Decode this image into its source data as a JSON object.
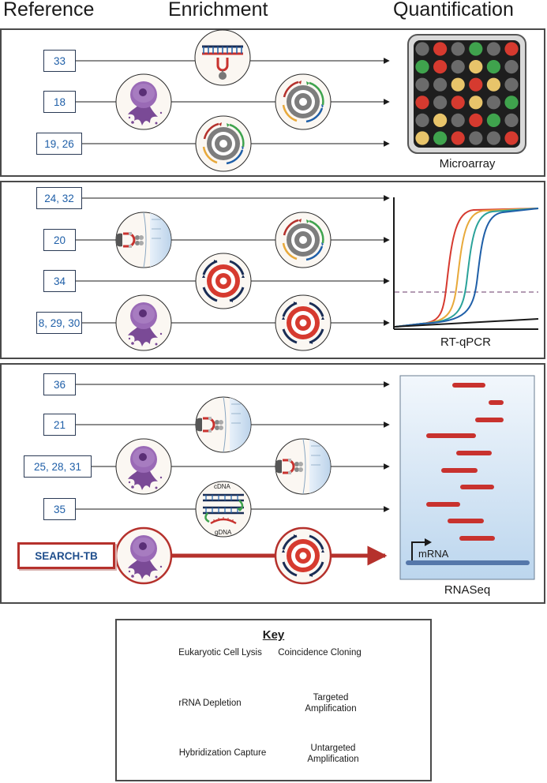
{
  "headers": {
    "reference": "Reference",
    "enrichment": "Enrichment",
    "quantification": "Quantification"
  },
  "panels": [
    {
      "id": "microarray",
      "caption": "Microarray",
      "refs": [
        "33",
        "18",
        "19, 26"
      ]
    },
    {
      "id": "rtqpcr",
      "caption": "RT-qPCR",
      "refs": [
        "24, 32",
        "20",
        "34",
        "8, 29, 30"
      ]
    },
    {
      "id": "rnaseq",
      "caption": "RNASeq",
      "refs": [
        "36",
        "21",
        "25, 28, 31",
        "35"
      ],
      "highlight": "SEARCH-TB",
      "mrna_label": "mRNA"
    }
  ],
  "icon_labels": {
    "cdna": "cDNA",
    "gdna": "gDNA"
  },
  "key": {
    "title": "Key",
    "items": [
      {
        "icon": "cell-lysis-icon",
        "label": "Eukaryotic Cell Lysis"
      },
      {
        "icon": "coincidence-cloning-icon",
        "label": "Coincidence Cloning"
      },
      {
        "icon": "rrna-depletion-icon",
        "label": "rRNA Depletion"
      },
      {
        "icon": "targeted-amplification-icon",
        "label": "Targeted Amplification"
      },
      {
        "icon": "hybridization-capture-icon",
        "label": "Hybridization Capture"
      },
      {
        "icon": "untargeted-amplification-icon",
        "label": "Untargeted Amplification"
      }
    ]
  },
  "colors": {
    "border": "#4a4a4a",
    "ref_text": "#1f5fa8",
    "highlight_red": "#b5312c",
    "amp_red": "#d63a2f",
    "navy": "#1a2d55",
    "cell_purple": "#8a5aa6",
    "microarray": [
      "#d63a2f",
      "#3fa34d",
      "#e8c46a",
      "#6b6b6b"
    ]
  },
  "microarray_grid": [
    [
      "gray",
      "red",
      "gray",
      "green",
      "gray",
      "red"
    ],
    [
      "green",
      "red",
      "gray",
      "yellow",
      "green",
      "gray"
    ],
    [
      "gray",
      "gray",
      "yellow",
      "red",
      "yellow",
      "gray"
    ],
    [
      "red",
      "gray",
      "red",
      "yellow",
      "gray",
      "green"
    ],
    [
      "gray",
      "yellow",
      "gray",
      "red",
      "green",
      "gray"
    ],
    [
      "yellow",
      "green",
      "red",
      "gray",
      "gray",
      "red"
    ]
  ]
}
